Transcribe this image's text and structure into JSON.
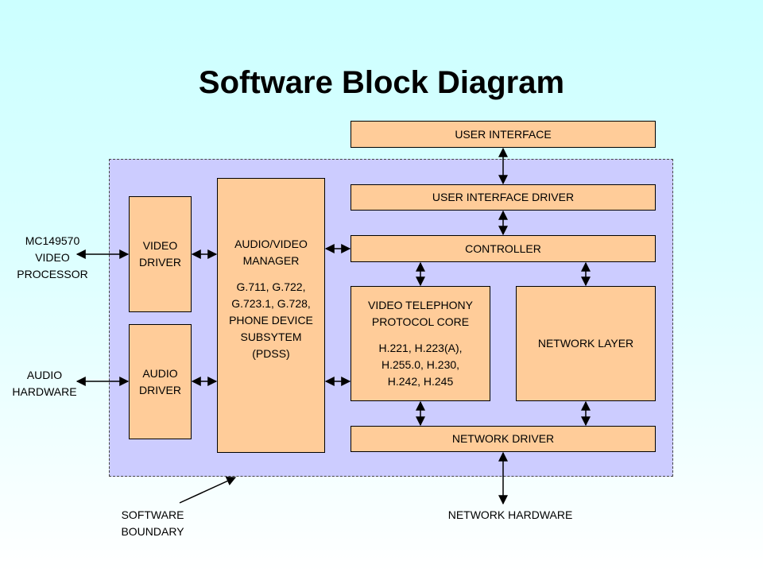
{
  "title": "Software Block Diagram",
  "boxes": {
    "user_interface": "USER INTERFACE",
    "user_interface_driver": "USER INTERFACE DRIVER",
    "controller": "CONTROLLER",
    "video_driver": "VIDEO\nDRIVER",
    "audio_driver": "AUDIO\nDRIVER",
    "av_manager_title": "AUDIO/VIDEO\nMANAGER",
    "av_manager_detail": "G.711, G.722,\nG.723.1, G.728,\nPHONE DEVICE\nSUBSYTEM\n(PDSS)",
    "vt_core_title": "VIDEO TELEPHONY\nPROTOCOL CORE",
    "vt_core_detail": "H.221, H.223(A),\nH.255.0, H.230,\nH.242, H.245",
    "network_layer": "NETWORK LAYER",
    "network_driver": "NETWORK DRIVER"
  },
  "labels": {
    "video_processor": "MC149570\nVIDEO\nPROCESSOR",
    "audio_hardware": "AUDIO\nHARDWARE",
    "software_boundary": "SOFTWARE\nBOUNDARY",
    "network_hardware": "NETWORK HARDWARE"
  },
  "colors": {
    "box_fill": "#ffcc99",
    "boundary_fill": "#ccccff",
    "background_top": "#ccffff"
  }
}
